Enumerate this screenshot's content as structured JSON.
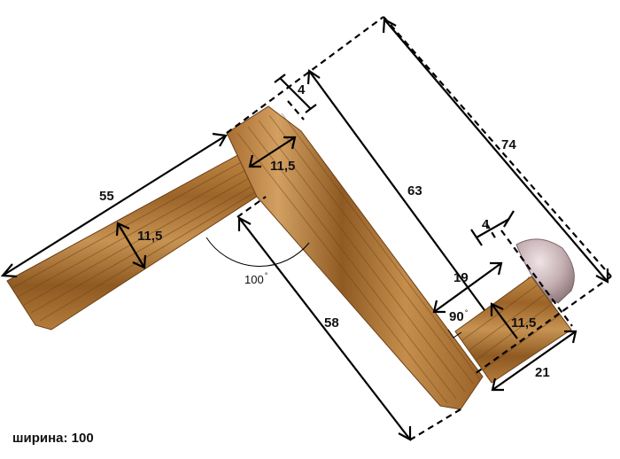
{
  "dimensions": {
    "d55": "55",
    "d11_5_left": "11,5",
    "d11_5_top": "11,5",
    "d4_top": "4",
    "d63": "63",
    "d74": "74",
    "d58": "58",
    "d4_right": "4",
    "d19": "19",
    "d11_5_right": "11,5",
    "d21": "21"
  },
  "angles": {
    "a100": "100",
    "a90": "90",
    "degree_mark": "°"
  },
  "footer": {
    "width_label": "ширина: 100"
  },
  "colors": {
    "wood_base": "#b57c3c",
    "wood_dark": "#7a4a1c",
    "wood_light": "#d9a866",
    "lamp": "#c9b3b7"
  }
}
